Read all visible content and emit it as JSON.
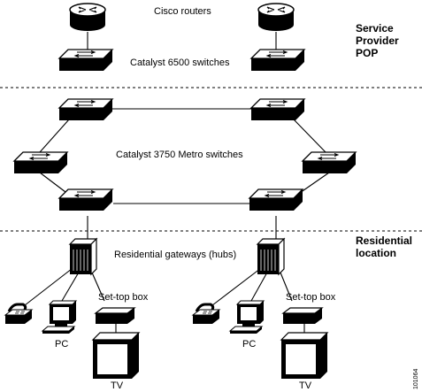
{
  "labels": {
    "routers": "Cisco routers",
    "cat6500": "Catalyst 6500 switches",
    "cat3750": "Catalyst 3750 Metro switches",
    "gateways": "Residential gateways (hubs)",
    "settop_left": "Set-top box",
    "settop_right": "Set-top box",
    "pc_left": "PC",
    "pc_right": "PC",
    "tv_left": "TV",
    "tv_right": "TV",
    "figure_id": "101064"
  },
  "zones": {
    "pop_line1": "Service",
    "pop_line2": "Provider",
    "pop_line3": "POP",
    "res_line1": "Residential",
    "res_line2": "location"
  }
}
